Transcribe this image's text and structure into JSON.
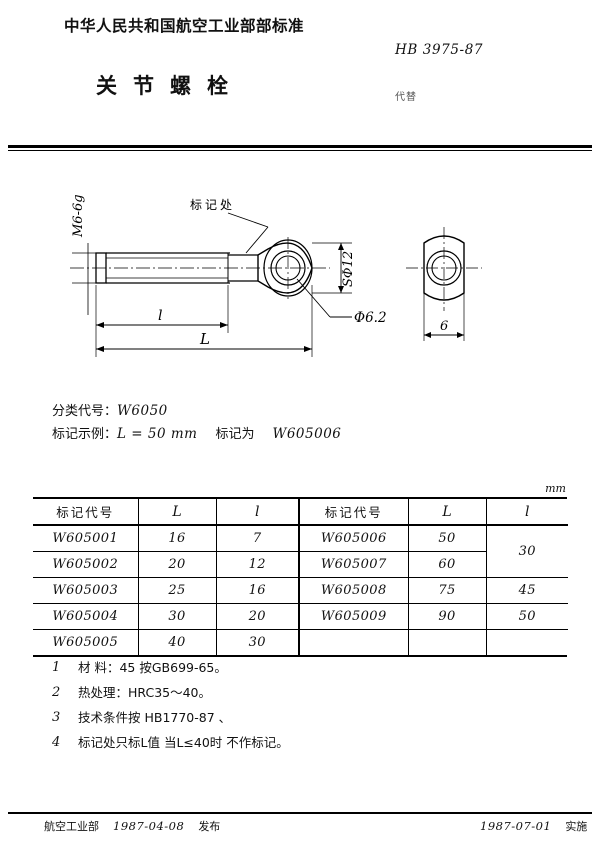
{
  "header": {
    "organization": "中华人民共和国航空工业部部标准",
    "standard_no": "HB 3975-87",
    "title": "关节螺栓",
    "replaces_label": "代替"
  },
  "drawing": {
    "thread_spec": "M6-6g",
    "marking_callout": "标记处",
    "sphere_dia": "SΦ12",
    "hole_dia": "Φ6.2",
    "thread_len_label": "l",
    "total_len_label": "L",
    "eye_width": "6"
  },
  "classification": {
    "code_label": "分类代号：",
    "code_value": "W6050",
    "example_label": "标记示例：",
    "example_cond": "L = 50 mm",
    "example_mark_label": "标记为",
    "example_mark_value": "W605006"
  },
  "table": {
    "unit": "mm",
    "headers": {
      "code": "标记代号",
      "L": "L",
      "l": "l"
    },
    "left_rows": [
      {
        "code": "W605001",
        "L": "16",
        "l": "7"
      },
      {
        "code": "W605002",
        "L": "20",
        "l": "12"
      },
      {
        "code": "W605003",
        "L": "25",
        "l": "16"
      },
      {
        "code": "W605004",
        "L": "30",
        "l": "20"
      },
      {
        "code": "W605005",
        "L": "40",
        "l": "30"
      }
    ],
    "right_rows": [
      {
        "code": "W605006",
        "L": "50",
        "l": "30",
        "l_span": 2
      },
      {
        "code": "W605007",
        "L": "60",
        "l": ""
      },
      {
        "code": "W605008",
        "L": "75",
        "l": "45"
      },
      {
        "code": "W605009",
        "L": "90",
        "l": "50"
      }
    ]
  },
  "notes": [
    {
      "num": "1",
      "text": "材  料：45  按GB699-65。"
    },
    {
      "num": "2",
      "text": "热处理：HRC35～40。"
    },
    {
      "num": "3",
      "text": "技术条件按 HB1770-87 、"
    },
    {
      "num": "4",
      "text": "标记处只标L值  当L≤40时  不作标记。"
    }
  ],
  "footer": {
    "issuer": "航空工业部",
    "issue_date": "1987-04-08",
    "issue_label": "发布",
    "effective_date": "1987-07-01",
    "effective_label": "实施"
  }
}
